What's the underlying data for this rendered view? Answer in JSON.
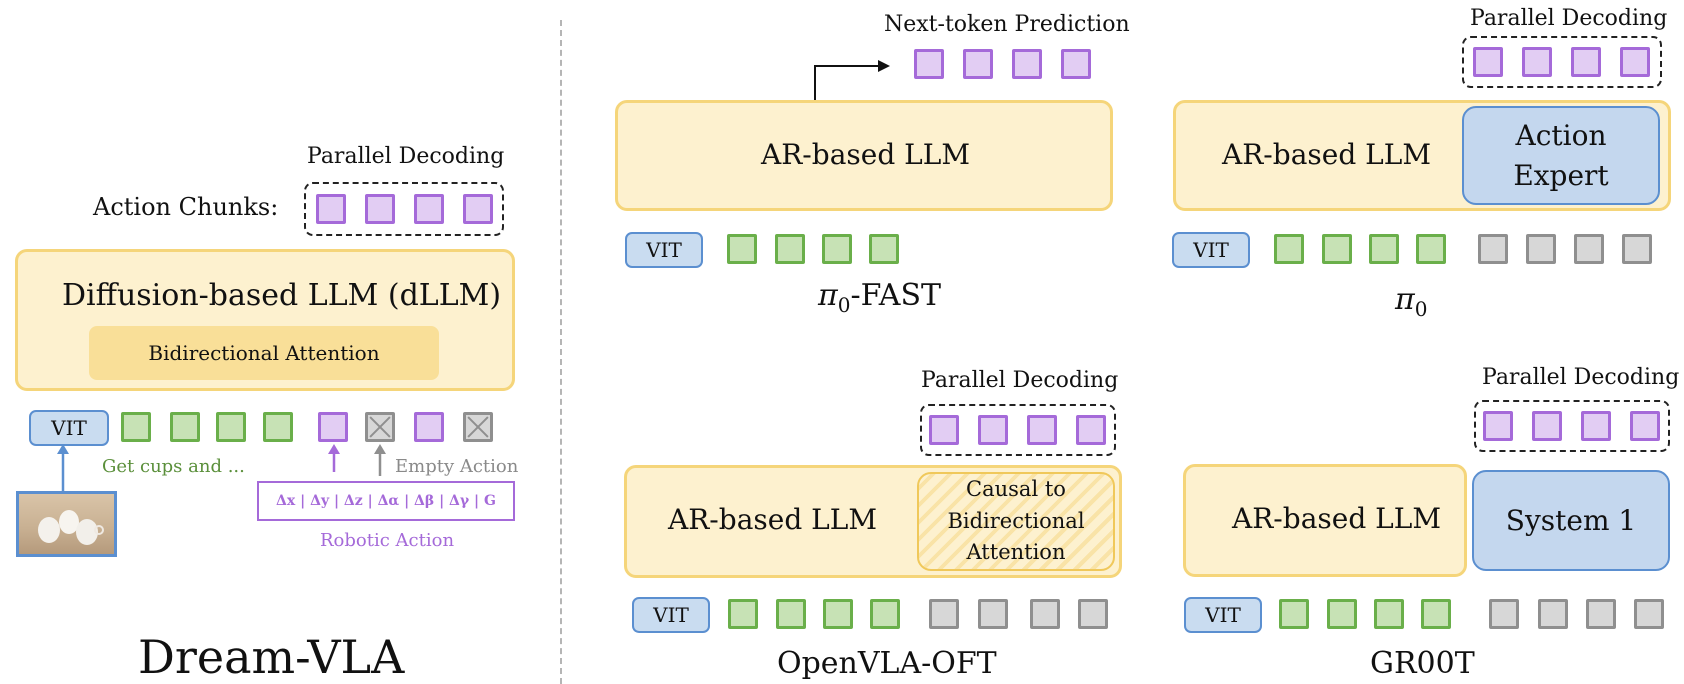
{
  "dream_vla": {
    "title": "Dream-VLA",
    "action_chunks_label": "Action Chunks:",
    "parallel_decoding_label": "Parallel Decoding",
    "model_label": "Diffusion-based LLM (dLLM)",
    "attention_label": "Bidirectional Attention",
    "vit_label": "VIT",
    "instruction_label": "Get cups and ...",
    "empty_action_label": "Empty Action",
    "action_dims": "Δx | Δy | Δz | Δα | Δβ | Δγ | G",
    "robotic_action_label": "Robotic Action",
    "image_alt": "cups-photo",
    "colors": {
      "green": "#5a8f3a",
      "purple": "#a56ad9",
      "gray": "#8f8f8f"
    }
  },
  "pi0_fast": {
    "title_main": "π",
    "title_sub": "0",
    "title_suffix": "-FAST",
    "model_label": "AR-based LLM",
    "output_label": "Next-token Prediction",
    "vit_label": "VIT"
  },
  "pi0": {
    "title_main": "π",
    "title_sub": "0",
    "model_label": "AR-based LLM",
    "expert_label_line1": "Action",
    "expert_label_line2": "Expert",
    "output_label": "Parallel Decoding",
    "vit_label": "VIT"
  },
  "openvla_oft": {
    "title": "OpenVLA-OFT",
    "model_label": "AR-based LLM",
    "attention_line1": "Causal to",
    "attention_line2": "Bidirectional",
    "attention_line3": "Attention",
    "output_label": "Parallel Decoding",
    "vit_label": "VIT"
  },
  "gr00t": {
    "title": "GR00T",
    "model_label": "AR-based LLM",
    "system_label": "System 1",
    "output_label": "Parallel Decoding",
    "vit_label": "VIT"
  }
}
